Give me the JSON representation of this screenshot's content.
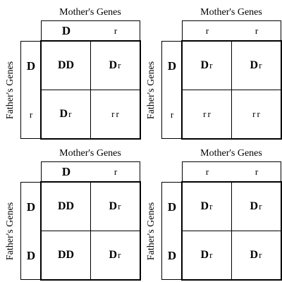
{
  "mother_label": "Mother's Genes",
  "father_label": "Father's Genes",
  "squares": [
    {
      "mother": [
        "D",
        "r"
      ],
      "father": [
        "D",
        "r"
      ],
      "cells": [
        [
          "DD",
          "Dr"
        ],
        [
          "Dr",
          "rr"
        ]
      ]
    },
    {
      "mother": [
        "r",
        "r"
      ],
      "father": [
        "D",
        "r"
      ],
      "cells": [
        [
          "Dr",
          "Dr"
        ],
        [
          "rr",
          "rr"
        ]
      ]
    },
    {
      "mother": [
        "D",
        "r"
      ],
      "father": [
        "D",
        "D"
      ],
      "cells": [
        [
          "DD",
          "Dr"
        ],
        [
          "DD",
          "Dr"
        ]
      ]
    },
    {
      "mother": [
        "r",
        "r"
      ],
      "father": [
        "D",
        "D"
      ],
      "cells": [
        [
          "Dr",
          "Dr"
        ],
        [
          "Dr",
          "Dr"
        ]
      ]
    }
  ]
}
